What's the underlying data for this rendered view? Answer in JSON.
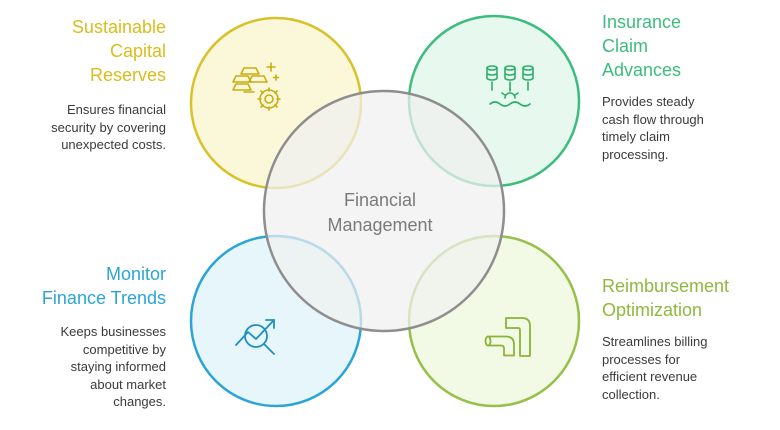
{
  "center": {
    "lines": [
      "Financial",
      "Management"
    ]
  },
  "quadrants": {
    "top_left": {
      "title": [
        "Sustainable",
        "Capital",
        "Reserves"
      ],
      "desc": [
        "Ensures financial",
        "security by covering",
        "unexpected costs."
      ],
      "color": "#d9c12a",
      "fill": "#fbf8d9",
      "icon": "gold-coins-icon"
    },
    "top_right": {
      "title": [
        "Insurance",
        "Claim",
        "Advances"
      ],
      "desc": [
        "Provides steady",
        "cash flow through",
        "timely claim",
        "processing."
      ],
      "color": "#3dbd7d",
      "fill": "#e7f8ee",
      "icon": "database-claims-icon"
    },
    "bottom_left": {
      "title": [
        "Monitor",
        "Finance Trends"
      ],
      "desc": [
        "Keeps businesses",
        "competitive by",
        "staying informed",
        "about market",
        "changes."
      ],
      "color": "#2ba4d6",
      "fill": "#e6f6fb",
      "icon": "trend-search-icon"
    },
    "bottom_right": {
      "title": [
        "Reimbursement",
        "Optimization"
      ],
      "desc": [
        "Streamlines billing",
        "processes for",
        "efficient revenue",
        "collection."
      ],
      "color": "#96c049",
      "fill": "#f2f9e4",
      "icon": "pipe-flow-icon"
    }
  },
  "center_color": "#8e8e8e"
}
